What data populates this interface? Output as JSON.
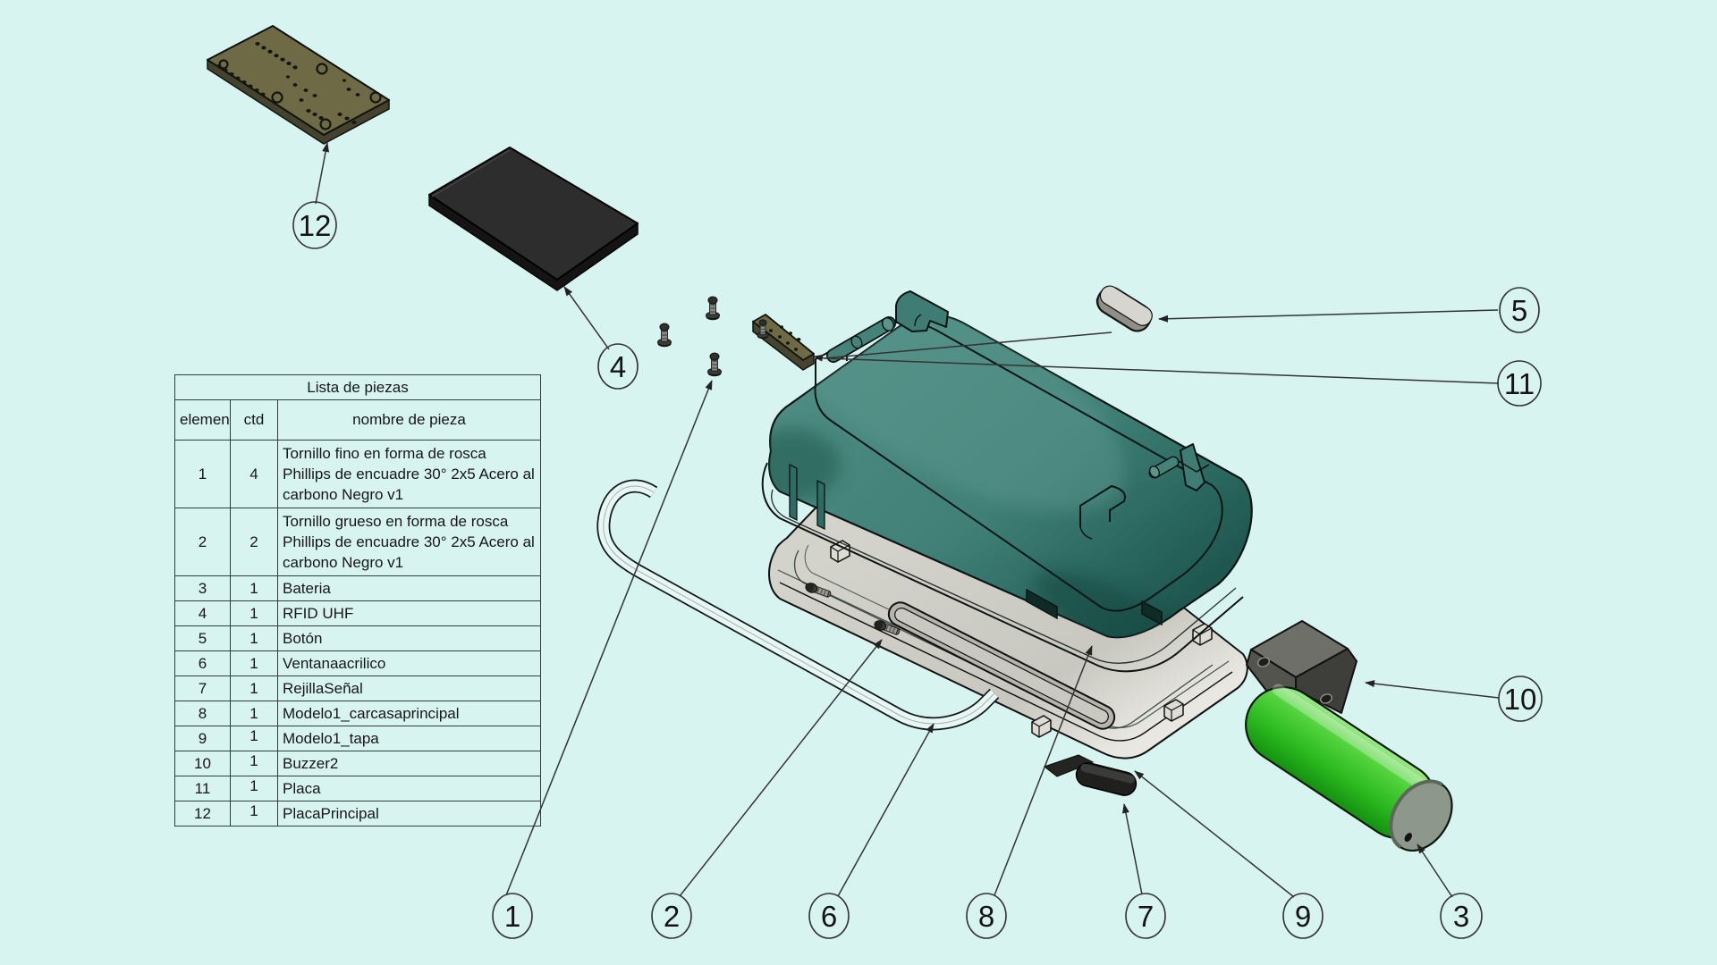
{
  "drawing": {
    "type": "exploded-view-cad-drawing",
    "background_color": "#d8f4f1"
  },
  "parts_list": {
    "title": "Lista de piezas",
    "columns": {
      "item": "elemento",
      "qty": "ctd",
      "name": "nombre de pieza"
    },
    "rows": [
      {
        "item": "1",
        "qty": "4",
        "name": "Tornillo fino en forma de rosca Phillips de encuadre 30° 2x5 Acero al carbono Negro v1"
      },
      {
        "item": "2",
        "qty": "2",
        "name": "Tornillo grueso en forma de rosca Phillips de encuadre 30° 2x5 Acero al carbono Negro v1"
      },
      {
        "item": "3",
        "qty": "1",
        "name": "Bateria"
      },
      {
        "item": "4",
        "qty": "1",
        "name": "RFID UHF"
      },
      {
        "item": "5",
        "qty": "1",
        "name": "Botón"
      },
      {
        "item": "6",
        "qty": "1",
        "name": "Ventanaacrilico"
      },
      {
        "item": "7",
        "qty": "1",
        "name": "RejillaSeñal"
      },
      {
        "item": "8",
        "qty": "1",
        "name": "Modelo1_carcasaprincipal"
      },
      {
        "item": "9",
        "qty": "1",
        "name": "Modelo1_tapa"
      },
      {
        "item": "10",
        "qty": "1",
        "name": "Buzzer2"
      },
      {
        "item": "11",
        "qty": "1",
        "name": "Placa"
      },
      {
        "item": "12",
        "qty": "1",
        "name": "PlacaPrincipal"
      }
    ]
  },
  "balloons": [
    {
      "label": "1"
    },
    {
      "label": "2"
    },
    {
      "label": "3"
    },
    {
      "label": "4"
    },
    {
      "label": "5"
    },
    {
      "label": "6"
    },
    {
      "label": "7"
    },
    {
      "label": "8"
    },
    {
      "label": "9"
    },
    {
      "label": "10"
    },
    {
      "label": "11"
    },
    {
      "label": "12"
    }
  ],
  "colors": {
    "background": "#d8f4f1",
    "housing_teal": "#41837a",
    "tray_gray": "#cdccc5",
    "battery_green": "#2fbe25",
    "pcb_olive": "#6d6a45",
    "leader_line": "#333333"
  }
}
